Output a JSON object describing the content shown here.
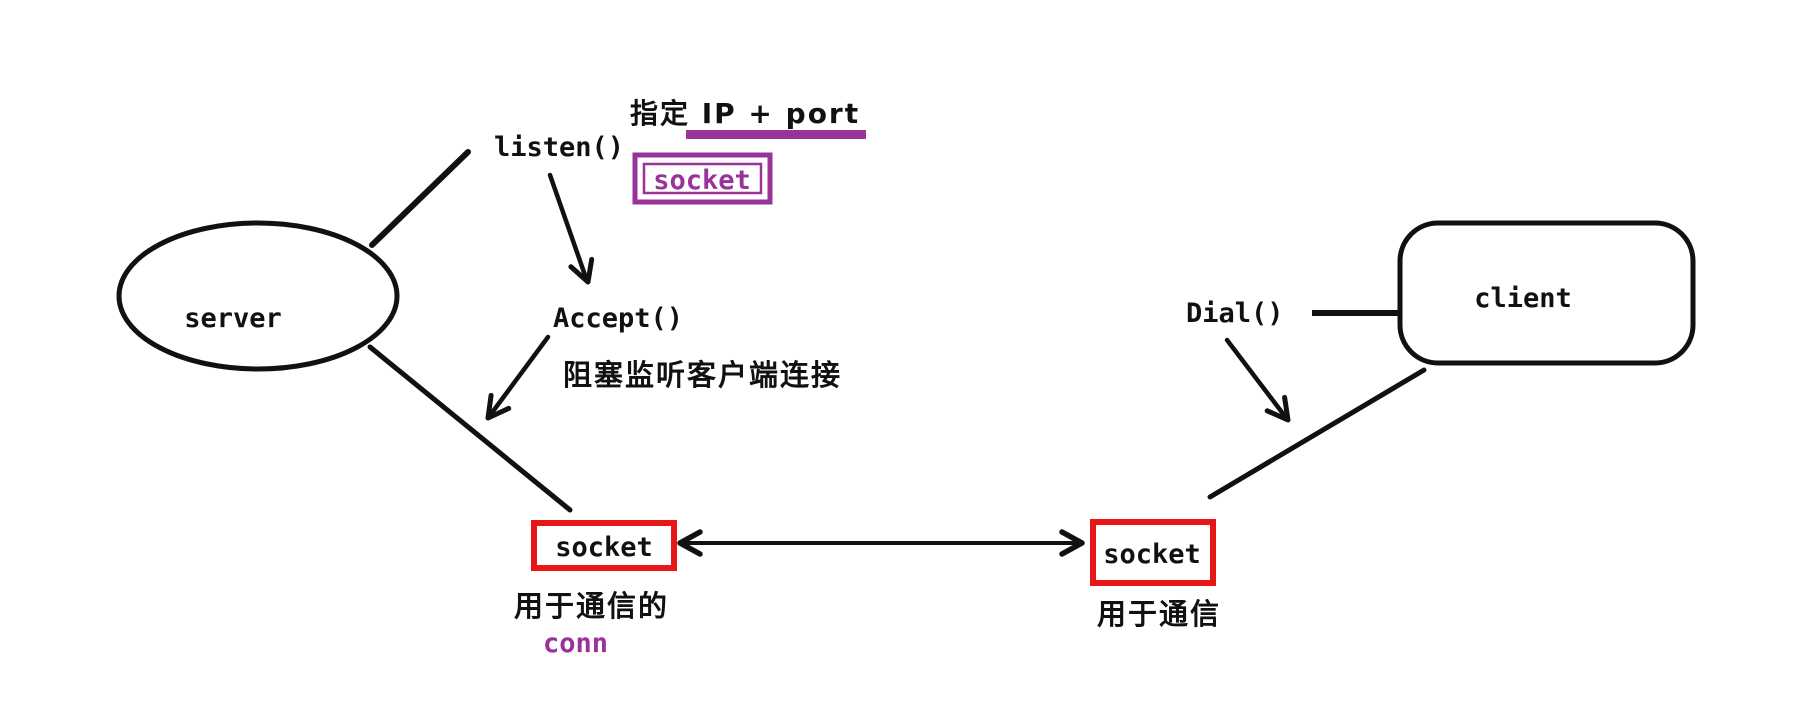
{
  "colors": {
    "ink": "#111111",
    "purple": "#993399",
    "red": "#e81717"
  },
  "server": {
    "label": "server"
  },
  "client": {
    "label": "client"
  },
  "steps": {
    "listen_label": "listen()",
    "bind_note": "指定 IP + port",
    "bind_socket_label": "socket",
    "accept_label": "Accept()",
    "accept_note": "阻塞监听客户端连接",
    "dial_label": "Dial()"
  },
  "conn_socket": {
    "label": "socket",
    "note": "用于通信的",
    "var_name": "conn"
  },
  "client_socket": {
    "label": "socket",
    "note": "用于通信"
  }
}
